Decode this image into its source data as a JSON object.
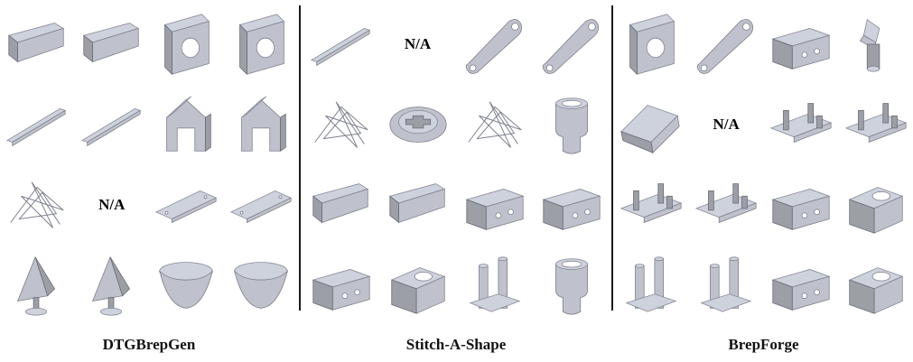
{
  "na_text": "N/A",
  "colors": {
    "wire": "#8a9098",
    "wire_accent": "#6fb8c8",
    "dtg_fill": "#9fd6df",
    "dtg_stroke": "#5a9aa6",
    "stitch_fill": "#c8d3c3",
    "stitch_stroke": "#7f8c7b",
    "brep_fill": "#bfc2cc",
    "brep_stroke": "#7c7f8c"
  },
  "panels": [
    {
      "caption": "DTGBrepGen",
      "theme": "dtg",
      "cells": [
        {
          "kind": "wire",
          "shape": "beam"
        },
        {
          "kind": "solid",
          "shape": "beam"
        },
        {
          "kind": "wire",
          "shape": "plate-hole"
        },
        {
          "kind": "solid",
          "shape": "plate-hole"
        },
        {
          "kind": "wire",
          "shape": "rail"
        },
        {
          "kind": "solid",
          "shape": "rail"
        },
        {
          "kind": "wire",
          "shape": "arch"
        },
        {
          "kind": "solid",
          "shape": "arch"
        },
        {
          "kind": "wire",
          "shape": "tangle"
        },
        {
          "kind": "na"
        },
        {
          "kind": "wire",
          "shape": "flat-plate"
        },
        {
          "kind": "solid",
          "shape": "flat-plate"
        },
        {
          "kind": "wire",
          "shape": "sail"
        },
        {
          "kind": "solid",
          "shape": "sail"
        },
        {
          "kind": "wire",
          "shape": "bowl"
        },
        {
          "kind": "solid",
          "shape": "bowl"
        }
      ]
    },
    {
      "caption": "Stitch-A-Shape",
      "theme": "stitch",
      "cells": [
        {
          "kind": "wire",
          "shape": "rail"
        },
        {
          "kind": "na"
        },
        {
          "kind": "wire",
          "shape": "link"
        },
        {
          "kind": "solid",
          "shape": "link"
        },
        {
          "kind": "wire",
          "shape": "tangle"
        },
        {
          "kind": "solid",
          "shape": "disc"
        },
        {
          "kind": "wire",
          "shape": "tangle"
        },
        {
          "kind": "solid",
          "shape": "cylinder"
        },
        {
          "kind": "wire",
          "shape": "beam"
        },
        {
          "kind": "solid",
          "shape": "beam"
        },
        {
          "kind": "wire",
          "shape": "block"
        },
        {
          "kind": "solid",
          "shape": "block"
        },
        {
          "kind": "wire",
          "shape": "block"
        },
        {
          "kind": "solid",
          "shape": "corner-block"
        },
        {
          "kind": "wire",
          "shape": "tower"
        },
        {
          "kind": "solid",
          "shape": "cylinder"
        }
      ]
    },
    {
      "caption": "BrepForge",
      "theme": "brep",
      "cells": [
        {
          "kind": "wire",
          "shape": "plate-hole"
        },
        {
          "kind": "solid",
          "shape": "link"
        },
        {
          "kind": "wire",
          "shape": "block"
        },
        {
          "kind": "solid",
          "shape": "knob"
        },
        {
          "kind": "wire",
          "shape": "wedge"
        },
        {
          "kind": "na"
        },
        {
          "kind": "wire",
          "shape": "tray"
        },
        {
          "kind": "solid",
          "shape": "tray"
        },
        {
          "kind": "wire",
          "shape": "tray"
        },
        {
          "kind": "solid",
          "shape": "tray"
        },
        {
          "kind": "wire",
          "shape": "block"
        },
        {
          "kind": "solid",
          "shape": "corner-block"
        },
        {
          "kind": "wire",
          "shape": "tower"
        },
        {
          "kind": "solid",
          "shape": "tower"
        },
        {
          "kind": "wire",
          "shape": "block"
        },
        {
          "kind": "solid",
          "shape": "corner-block"
        }
      ]
    }
  ]
}
